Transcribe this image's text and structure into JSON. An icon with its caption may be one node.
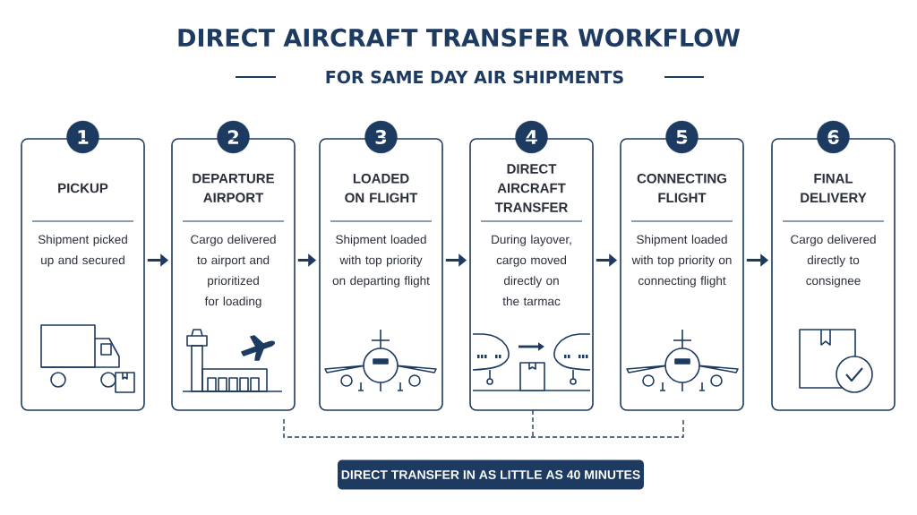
{
  "diagram": {
    "title": "DIRECT AIRCRAFT TRANSFER WORKFLOW",
    "nodes": [
      {
        "text": [
          "1"
        ]
      },
      {
        "text": [
          "PICKUP",
          "Shipment picked up and secured"
        ]
      },
      {
        "text": [
          "2"
        ]
      },
      {
        "text": [
          "DEPARTURE AIRPORT",
          "Cargo delivered to airport and prioritized for loading"
        ]
      },
      {
        "text": [
          "3"
        ]
      },
      {
        "text": [
          "LOADED ON FLIGHT",
          "Shipment loaded with top priority on departing flight"
        ]
      },
      {
        "text": [
          "4"
        ]
      },
      {
        "text": [
          "DIRECT AIRCRAFT TRANSFER",
          "During layover, cargo moved directly on the tarmac"
        ]
      },
      {
        "text": [
          "5"
        ]
      },
      {
        "text": [
          "CONNECTING FLIGHT",
          "Shipment loaded with top priority on connecting flight"
        ]
      },
      {
        "text": [
          "6"
        ]
      },
      {
        "text": [
          "FINAL DELIVERY",
          "Cargo delivered directly to consignee"
        ]
      },
      {
        "text": [
          "DIRECT TRANSFER IN AS LITTLE AS 40 MINUTES"
        ]
      }
    ],
    "edges": [
      {
        "from": 1,
        "to": 3,
        "arrow": "to"
      },
      {
        "from": 3,
        "to": 5,
        "arrow": "to"
      },
      {
        "from": 5,
        "to": 7,
        "arrow": "to"
      },
      {
        "from": 7,
        "to": 9,
        "arrow": "to"
      },
      {
        "from": 9,
        "to": 11,
        "arrow": "to"
      }
    ],
    "labels": [
      "FOR SAME DAY AIR SHIPMENTS"
    ]
  }
}
